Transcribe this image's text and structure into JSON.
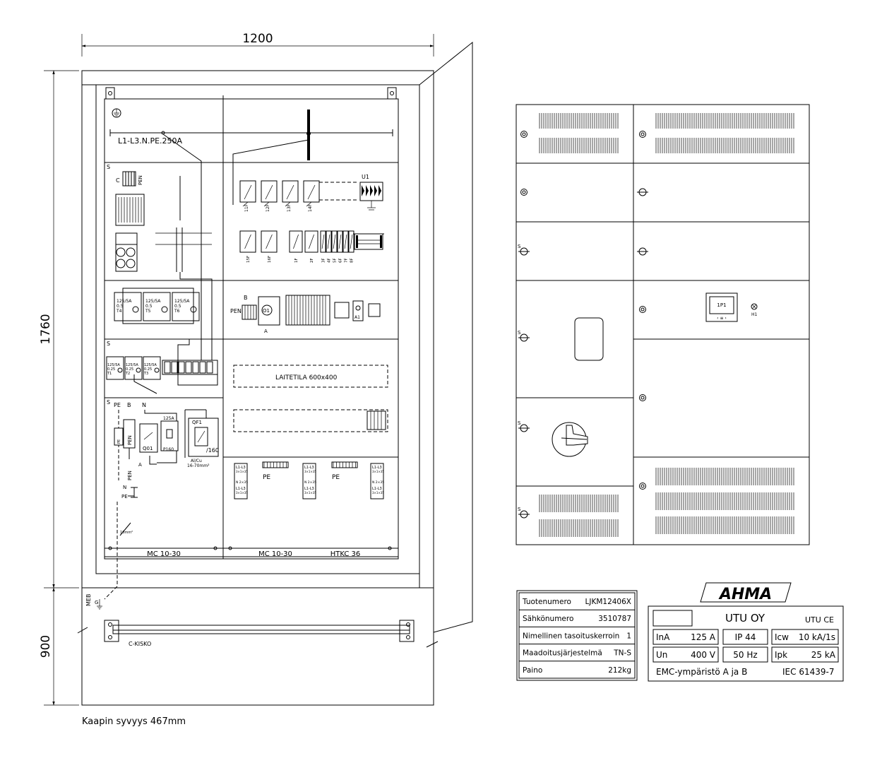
{
  "dims": {
    "width": "1200",
    "height_upper": "1760",
    "height_lower": "900",
    "depth_note": "Kaapin syvyys 467mm"
  },
  "top_section": {
    "earth_symbol": "⏚",
    "busbar_label": "L1-L3.N.PE.250A"
  },
  "marks": {
    "s": "S",
    "pen": "PEN",
    "pe": "PE",
    "n": "N",
    "b": "B",
    "a": "A",
    "c": "C"
  },
  "section2": {
    "row1_labels": [
      "11F",
      "12F",
      "13F",
      "14F"
    ],
    "row2_labels": [
      "15F",
      "16F",
      "1F",
      "2F",
      "3F",
      "4F",
      "5F",
      "6F",
      "7F",
      "8F"
    ],
    "u1": "U1"
  },
  "section3": {
    "fuse_ratings": [
      "125/5A\n0.5\nT4",
      "125/5A\n0.5\nT5",
      "125/5A\n0.5\nT6"
    ],
    "o1": "O1",
    "a1": "A1"
  },
  "section4": {
    "fuse_ratings": [
      "125/5A\n0.25\nT1",
      "125/5A\n0.25\nT2",
      "125/5A\n0.25\nT3"
    ],
    "laitetila": "LAITETILA     600x400"
  },
  "section5": {
    "rating_125a": "125A",
    "q01": "Q01",
    "p160": "P160",
    "qf1": "QF1",
    "qf1_rating": "/160",
    "conductor": "Al/Cu\n16-70mm²",
    "pe_size": "10mm²",
    "meb": "MEB",
    "g": "G",
    "terminal_l1l3": "L1-L3",
    "terminal_size": "3×1×35",
    "terminal_n": "N  2×35"
  },
  "bottom_rail": {
    "left": "MC 10-30",
    "mid": "MC 10-30",
    "right": "HTKC 36"
  },
  "plinth": {
    "rail": "C-KISKO"
  },
  "front_view": {
    "display": "1P1",
    "lamp": "H1",
    "s_mark": "S"
  },
  "info_plate": {
    "rows": [
      {
        "label": "Tuotenumero",
        "value": "LJKM12406X"
      },
      {
        "label": "Sähkönumero",
        "value": "3510787"
      },
      {
        "label": "Nimellinen tasoituskerroin",
        "value": "1"
      },
      {
        "label": "Maadoitusjärjestelmä",
        "value": "TN-S"
      },
      {
        "label": "Paino",
        "value": "212kg"
      }
    ]
  },
  "rating_plate": {
    "brand": "AHMA",
    "company": "UTU OY",
    "marks": "UTU  CE",
    "cells": [
      {
        "label": "InA",
        "value": "125 A"
      },
      {
        "label": "IP 44",
        "value": ""
      },
      {
        "label": "Icw",
        "value": "10 kA/1s"
      },
      {
        "label": "Un",
        "value": "400 V"
      },
      {
        "label": "50 Hz",
        "value": ""
      },
      {
        "label": "Ipk",
        "value": "25 kA"
      }
    ],
    "footer_left": "EMC-ympäristö  A ja B",
    "footer_right": "IEC 61439-7"
  }
}
